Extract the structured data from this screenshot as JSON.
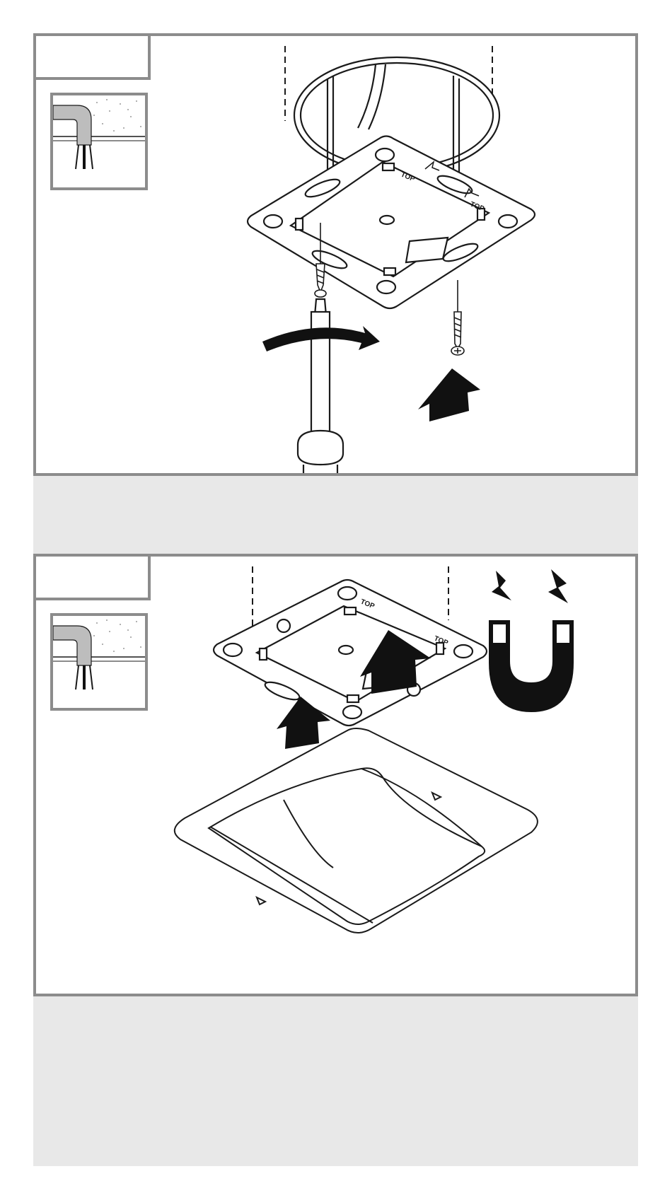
{
  "colors": {
    "frame_border": "#8c8c8c",
    "band_fill": "#e8e8e8",
    "line": "#1a1a1a",
    "cable_grey": "#bdbdbd",
    "arrow_fill": "#111111"
  },
  "step_1": {
    "label_top_left": "TOP",
    "label_top_right": "TOP"
  },
  "step_2": {
    "label_top_left": "TOP",
    "label_top_right": "TOP"
  }
}
